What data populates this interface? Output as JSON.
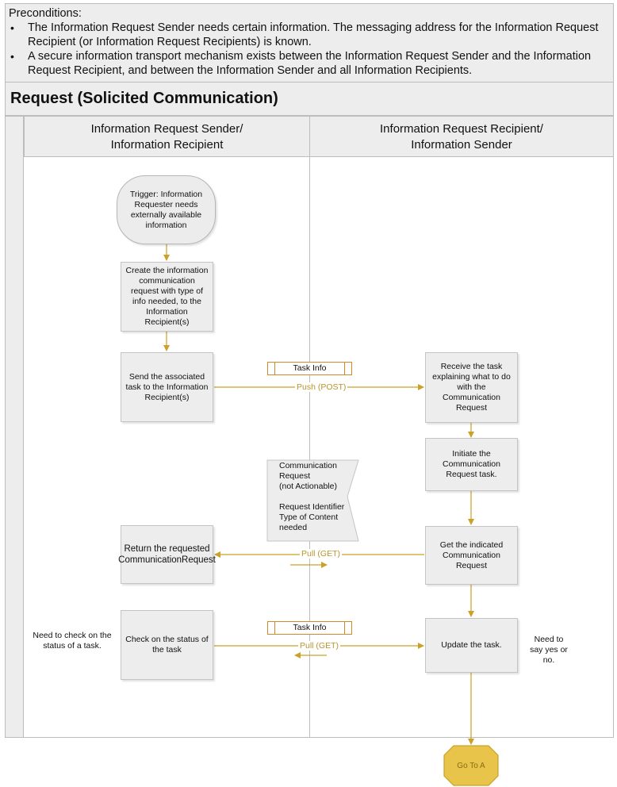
{
  "preconditions": {
    "heading": "Preconditions:",
    "items": [
      "The Information Request Sender needs certain information. The messaging address for the Information Request Recipient (or Information Request Recipients) is known.",
      "A secure information transport mechanism exists between the Information Request Sender and the Information Request Recipient, and between the Information Sender and all Information Recipients."
    ]
  },
  "pool": {
    "title": "Request (Solicited Communication)"
  },
  "lanes": {
    "left": "Information Request Sender/\nInformation Recipient",
    "right": "Information Request Recipient/\nInformation Sender"
  },
  "nodes": {
    "trigger": "Trigger: Information Requester needs externally available information",
    "create_request": "Create the information communication request with type of info needed, to the Information Recipient(s)",
    "send_task": "Send the associated task to the Information Recipient(s)",
    "receive_task": "Receive the task explaining what to do with the Communication Request",
    "initiate_task": "Initiate the Communication Request task.",
    "get_request": "Get the indicated Communication Request",
    "return_request": "Return the requested CommunicationRequest",
    "check_status": "Check on the status of the task",
    "update_task": "Update the task.",
    "goto": "Go To A"
  },
  "messages": {
    "task_info_1": "Task Info",
    "push": "Push (POST)",
    "pull_get_1": "Pull (GET)",
    "task_info_2": "Task Info",
    "pull_get_2": "Pull (GET)"
  },
  "document": "Communication\nRequest\n(not Actionable)\n\nRequest Identifier\nType of Content\nneeded",
  "notes": {
    "left": "Need to check on the status of a task.",
    "right": "Need to say yes or no."
  },
  "colors": {
    "flow": "#c9a227",
    "message_border": "#d08a2a",
    "goto_fill": "#e8c44a"
  }
}
